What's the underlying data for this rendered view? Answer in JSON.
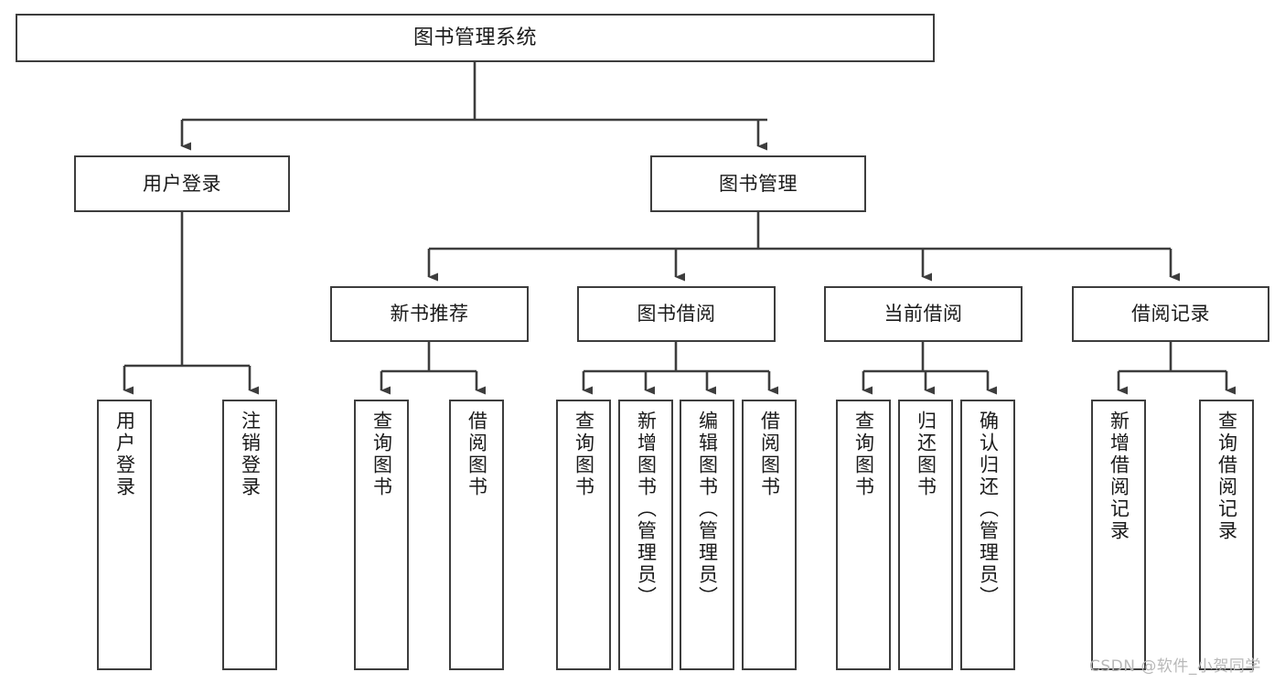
{
  "diagram": {
    "title": "图书管理系统",
    "type": "tree-hierarchy",
    "watermark": "CSDN @软件_小贺同学",
    "colors": {
      "box_border": "#3d3d3d",
      "box_fill": "#ffffff",
      "connector": "#3d3d3d",
      "text": "#1a1a1a",
      "watermark": "#b8b8b8"
    },
    "nodes": {
      "root": {
        "label": "图书管理系统"
      },
      "level2": [
        {
          "label": "用户登录"
        },
        {
          "label": "图书管理"
        }
      ],
      "level3": [
        {
          "label": "新书推荐"
        },
        {
          "label": "图书借阅"
        },
        {
          "label": "当前借阅"
        },
        {
          "label": "借阅记录"
        }
      ],
      "leaves_user_login": [
        {
          "label": "用户登录"
        },
        {
          "label": "注销登录"
        }
      ],
      "leaves_new_book": [
        {
          "label": "查询图书"
        },
        {
          "label": "借阅图书"
        }
      ],
      "leaves_borrow": [
        {
          "label": "查询图书"
        },
        {
          "label": "新增图书（管理员）"
        },
        {
          "label": "编辑图书（管理员）"
        },
        {
          "label": "借阅图书"
        }
      ],
      "leaves_current": [
        {
          "label": "查询图书"
        },
        {
          "label": "归还图书"
        },
        {
          "label": "确认归还（管理员）"
        }
      ],
      "leaves_record": [
        {
          "label": "新增借阅记录"
        },
        {
          "label": "查询借阅记录"
        }
      ]
    }
  }
}
